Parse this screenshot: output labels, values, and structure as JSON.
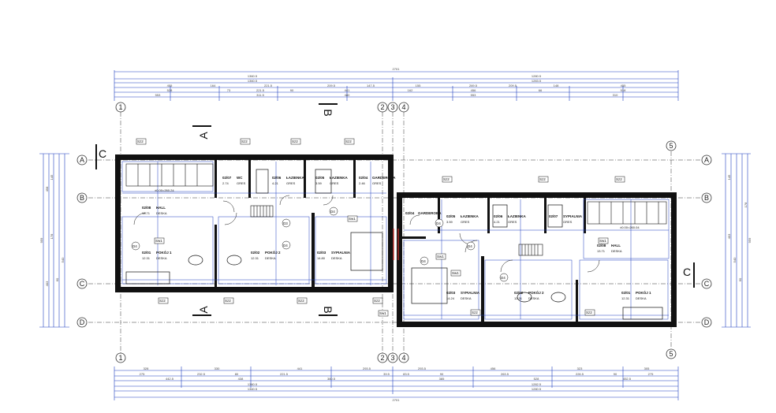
{
  "grid_labels": {
    "numbers": [
      "1",
      "2",
      "3",
      "4",
      "5"
    ],
    "letters": [
      "A",
      "B",
      "C",
      "D"
    ]
  },
  "section_marks": [
    "A",
    "B",
    "C"
  ],
  "top_dims": {
    "total": "2701",
    "row2": [
      "1360.5",
      "1280.5"
    ],
    "row3": [
      "1360.5",
      "1283.5"
    ],
    "row4": [
      "455",
      "164",
      "221.5",
      "209.5",
      "147.5",
      "155",
      "269.5",
      "209.5",
      "148",
      "455"
    ],
    "row5": [
      "528",
      "73",
      "221.5",
      "90",
      "441",
      "162",
      "456",
      "66",
      "518"
    ],
    "row6": [
      "553",
      "311.5",
      "480",
      "553",
      "310"
    ]
  },
  "bottom_dims": {
    "row1": [
      "328",
      "330",
      "441",
      "293.5",
      "293.5",
      "456",
      "323",
      "305"
    ],
    "row2": [
      "275",
      "232.5",
      "80",
      "221.5",
      "39.5",
      "83.5",
      "90",
      "263.5",
      "226.5",
      "90",
      "275"
    ],
    "row3": [
      "442.5",
      "438",
      "380.5",
      "385",
      "528",
      "452.5"
    ],
    "row4": [
      "1360.5",
      "1282.5"
    ],
    "row5": [
      "1360.5",
      "1280.5"
    ],
    "total": "2701"
  },
  "left_dims": [
    "959",
    "458",
    "403",
    "145",
    "178",
    "60",
    "540"
  ],
  "right_dims": [
    "959",
    "145",
    "403",
    "540",
    "60",
    "178"
  ],
  "rooms": [
    {
      "code": "02/08",
      "name": "HALL",
      "area": "13.71",
      "finish": "DESKA"
    },
    {
      "code": "02/01",
      "name": "POKÓJ 1",
      "area": "12.31",
      "finish": "DESKA"
    },
    {
      "code": "02/02",
      "name": "POKÓJ 2",
      "area": "12.31",
      "finish": "DESKA"
    },
    {
      "code": "02/07",
      "name": "WC",
      "area": "2.74",
      "finish": "GRES"
    },
    {
      "code": "02/06",
      "name": "ŁAZIENKA",
      "area": "4.21",
      "finish": "GRES"
    },
    {
      "code": "02/05",
      "name": "ŁAZIENKA",
      "area": "3.59",
      "finish": "GRES"
    },
    {
      "code": "02/04",
      "name": "GARDEROBA",
      "area": "2.46",
      "finish": "GRES"
    },
    {
      "code": "02/03",
      "name": "SYPIALNIA",
      "area": "14.80",
      "finish": "DESKA"
    },
    {
      "code": "02/04",
      "name": "GARDEROBA",
      "area": "",
      "finish": ""
    },
    {
      "code": "02/05",
      "name": "ŁAZIENKA",
      "area": "3.59",
      "finish": "GRES"
    },
    {
      "code": "02/06",
      "name": "ŁAZIENKA",
      "area": "4.21",
      "finish": "GRES"
    },
    {
      "code": "02/07",
      "name": "SYPIALNIA",
      "area": "",
      "finish": "GRES"
    },
    {
      "code": "02/08",
      "name": "HALL",
      "area": "13.71",
      "finish": "DESKA"
    },
    {
      "code": "02/03",
      "name": "SYPIALNIA",
      "area": "14.24",
      "finish": "DESKA"
    },
    {
      "code": "02/02",
      "name": "POKÓJ 2",
      "area": "12.31",
      "finish": "DESKA"
    },
    {
      "code": "02/01",
      "name": "POKÓJ 1",
      "area": "12.31",
      "finish": "DESKA"
    }
  ],
  "elevation_note": "±0.00=260.24",
  "elevation_note_right": "±0.00=260.04",
  "tags": [
    "Sz2",
    "Sz1",
    "Sz3",
    "D4",
    "Sw1",
    "D3"
  ],
  "colors": {
    "wall": "#111111",
    "dimension": "#1f3fbf",
    "grid": "#333333",
    "highlight": "#d0302a"
  }
}
